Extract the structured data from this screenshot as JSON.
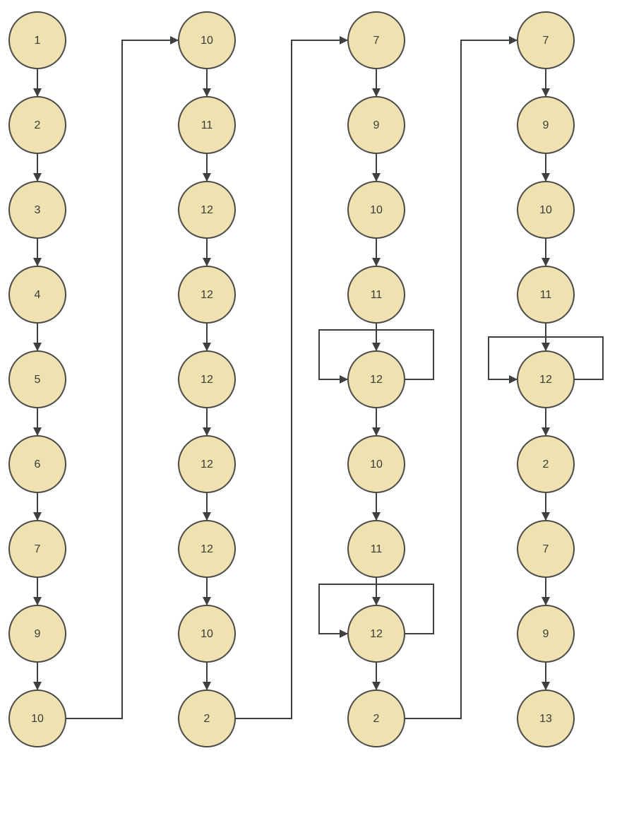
{
  "colors": {
    "node_fill": "#efe2b0",
    "node_stroke": "#4a4a4a",
    "edge": "#3f3f3f",
    "label": "#3a3a3a"
  },
  "columns": [
    {
      "nodes": [
        "1",
        "2",
        "3",
        "4",
        "5",
        "6",
        "7",
        "9",
        "10"
      ],
      "self_loops": []
    },
    {
      "nodes": [
        "10",
        "11",
        "12",
        "12",
        "12",
        "12",
        "12",
        "10",
        "2"
      ],
      "self_loops": []
    },
    {
      "nodes": [
        "7",
        "9",
        "10",
        "11",
        "12",
        "10",
        "11",
        "12",
        "2"
      ],
      "self_loops": [
        4,
        7
      ]
    },
    {
      "nodes": [
        "7",
        "9",
        "10",
        "11",
        "12",
        "2",
        "7",
        "9",
        "13"
      ],
      "self_loops": [
        4
      ]
    }
  ]
}
